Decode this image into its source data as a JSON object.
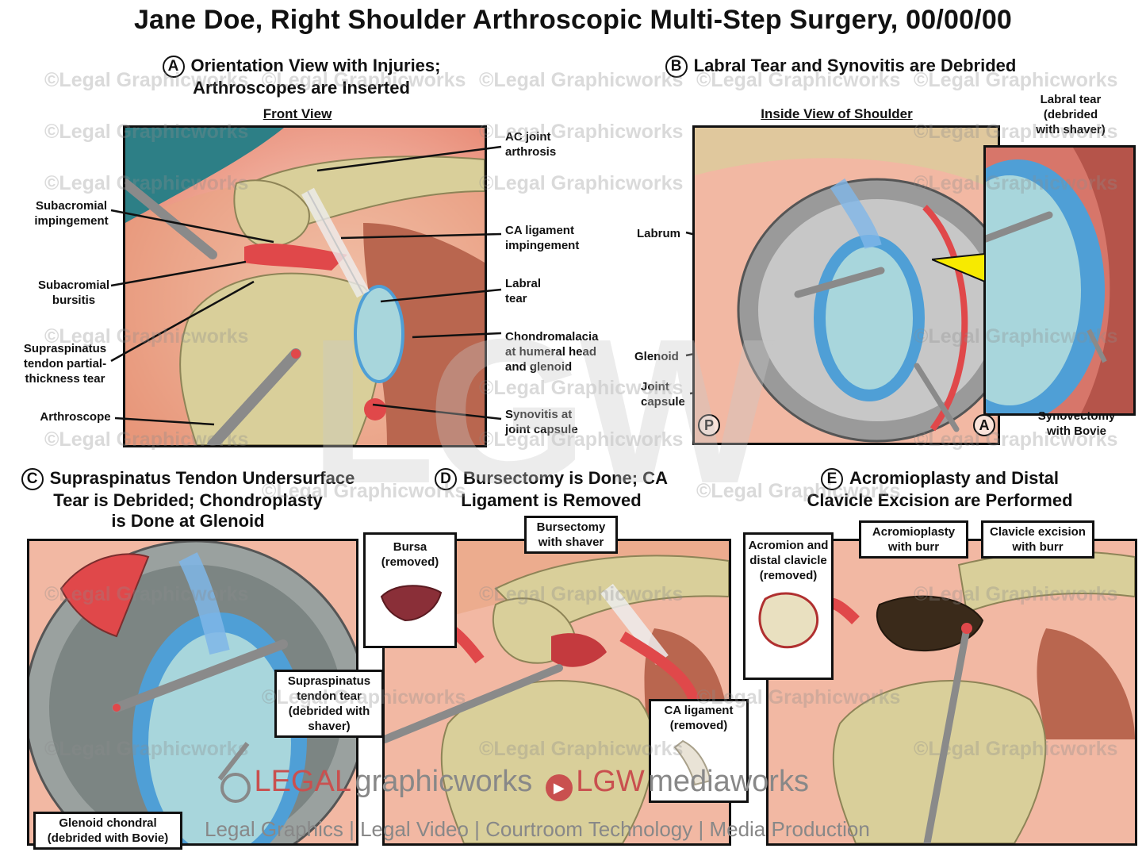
{
  "title": "Jane Doe, Right Shoulder Arthroscopic Multi-Step Surgery, 00/00/00",
  "watermark": "©Legal Graphicworks",
  "big_mark": "LGW",
  "panels": {
    "a": {
      "letter": "A",
      "title_l1": "Orientation View with Injuries;",
      "title_l2": "Arthroscopes are Inserted",
      "subtitle": "Front View",
      "labels": {
        "subacromial_impingement": "Subacromial impingement",
        "subacromial_bursitis": "Subacromial bursitis",
        "supraspinatus_tear": "Supraspinatus tendon partial-thickness tear",
        "arthroscope": "Arthroscope",
        "ac_joint": "AC joint arthrosis",
        "ca_ligament": "CA ligament impingement",
        "labral_tear": "Labral tear",
        "chondromalacia": "Chondromalacia at humeral head and glenoid",
        "synovitis": "Synovitis at joint capsule"
      }
    },
    "b": {
      "letter": "B",
      "title": "Labral Tear and Synovitis are Debrided",
      "subtitle": "Inside View of Shoulder",
      "labels": {
        "labral_debrided": "Labral tear (debrided with shaver)",
        "labrum": "Labrum",
        "glenoid": "Glenoid",
        "joint_capsule": "Joint capsule",
        "synovectomy": "Synovectomy with Bovie",
        "posterior": "P",
        "anterior": "A"
      }
    },
    "c": {
      "letter": "C",
      "title_l1": "Supraspinatus Tendon Undersurface",
      "title_l2": "Tear is Debrided; Chondroplasty",
      "title_l3": "is Done at Glenoid",
      "labels": {
        "supraspinatus_debrided": "Supraspinatus tendon tear (debrided with shaver)",
        "glenoid_chondral": "Glenoid chondral (debrided with Bovie)"
      }
    },
    "d": {
      "letter": "D",
      "title_l1": "Bursectomy is Done; CA",
      "title_l2": "Ligament is Removed",
      "labels": {
        "bursa": "Bursa (removed)",
        "bursectomy": "Bursectomy with shaver",
        "ca_removed": "CA ligament (removed)"
      }
    },
    "e": {
      "letter": "E",
      "title_l1": "Acromioplasty and Distal",
      "title_l2": "Clavicle Excision are Performed",
      "labels": {
        "acromion_removed": "Acromion and distal clavicle (removed)",
        "acromioplasty": "Acromioplasty with burr",
        "clavicle_excision": "Clavicle excision with burr"
      }
    }
  },
  "footer": {
    "brand_legal": "LEGAL",
    "brand_graphicworks": "graphicworks",
    "brand_lgw": "LGW",
    "brand_mediaworks": "mediaworks",
    "tagline": "Legal Graphics | Legal Video | Courtroom Technology | Media Production"
  },
  "colors": {
    "bone": "#d9cf9a",
    "glenoid": "#a8d6dc",
    "labrum": "#4f9fd6",
    "muscle": "#b9664f",
    "inflamed": "#e0484a",
    "bg_tissue": "#f2b8a3"
  }
}
